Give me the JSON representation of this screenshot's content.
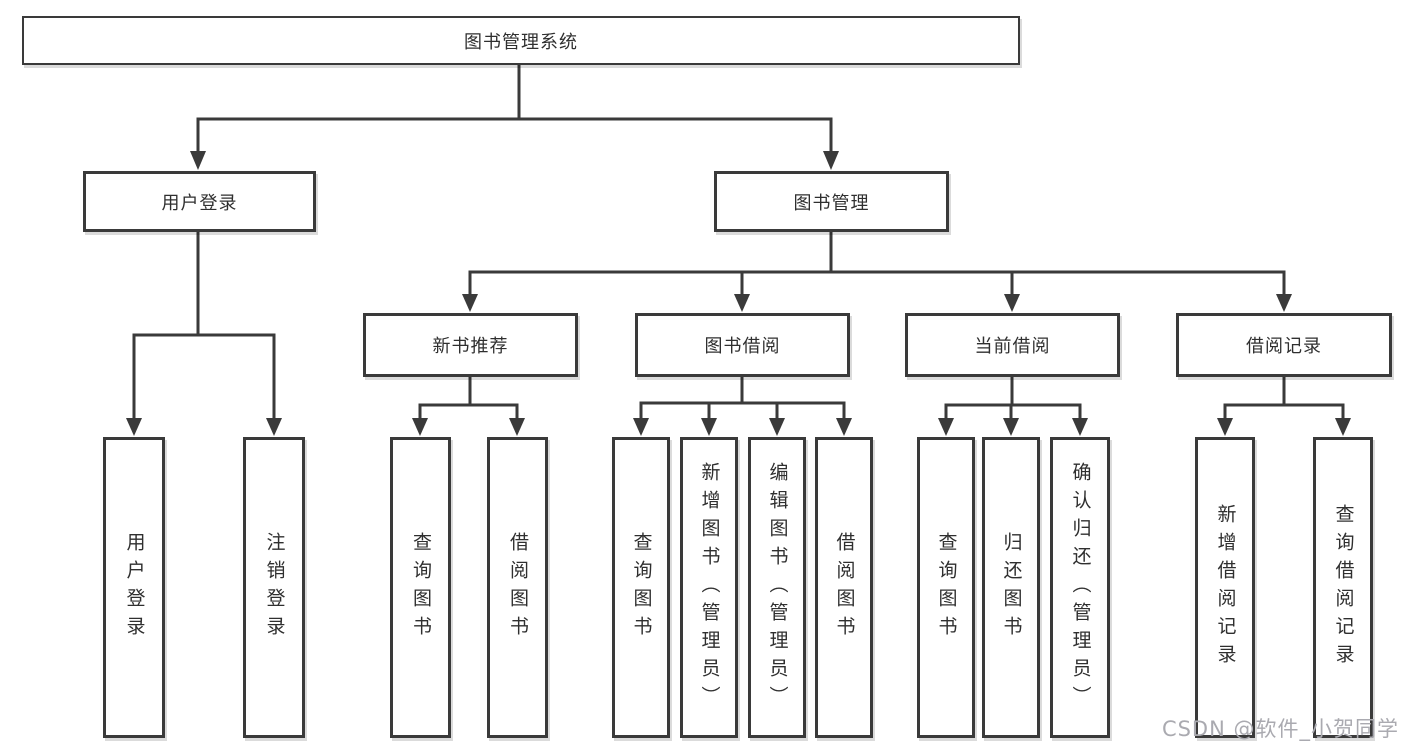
{
  "diagram": {
    "type": "hierarchy-tree",
    "root": {
      "label": "图书管理系统",
      "children": [
        {
          "label": "用户登录",
          "children": [
            {
              "label": "用户登录"
            },
            {
              "label": "注销登录"
            }
          ]
        },
        {
          "label": "图书管理",
          "children": [
            {
              "label": "新书推荐",
              "children": [
                {
                  "label": "查询图书"
                },
                {
                  "label": "借阅图书"
                }
              ]
            },
            {
              "label": "图书借阅",
              "children": [
                {
                  "label": "查询图书"
                },
                {
                  "label": "新增图书（管理员）"
                },
                {
                  "label": "编辑图书（管理员）"
                },
                {
                  "label": "借阅图书"
                }
              ]
            },
            {
              "label": "当前借阅",
              "children": [
                {
                  "label": "查询图书"
                },
                {
                  "label": "归还图书"
                },
                {
                  "label": "确认归还（管理员）"
                }
              ]
            },
            {
              "label": "借阅记录",
              "children": [
                {
                  "label": "新增借阅记录"
                },
                {
                  "label": "查询借阅记录"
                }
              ]
            }
          ]
        }
      ]
    }
  },
  "watermark": {
    "text": "CSDN @软件_小贺同学"
  },
  "colors": {
    "line": "#3a3a3a",
    "text": "#2f2f2f",
    "background": "#ffffff",
    "watermark": "#aaaab0"
  }
}
